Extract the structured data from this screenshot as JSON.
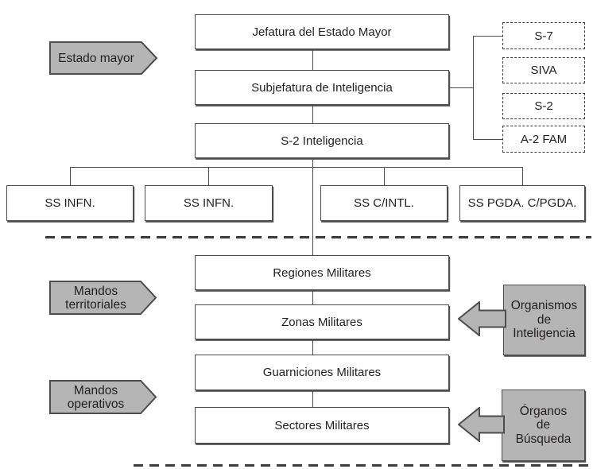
{
  "colors": {
    "box_border": "#4d4d4d",
    "gray_fill": "#b5b5b5",
    "dash_line": "#3c3c3c",
    "text": "#231f20"
  },
  "org": {
    "jefatura": "Jefatura del Estado Mayor",
    "subjefatura": "Subjefatura de Inteligencia",
    "s2": "S-2 Inteligencia",
    "regiones": "Regiones Militares",
    "zonas": "Zonas Militares",
    "guarniciones": "Guarniciones Militares",
    "sectores": "Sectores Militares"
  },
  "ss_row": [
    {
      "label": "SS INFN."
    },
    {
      "label": "SS INFN."
    },
    {
      "label": "SS C/INTL."
    },
    {
      "label": "SS PGDA. C/PGDA."
    }
  ],
  "dashed_units": [
    {
      "label": "S-7"
    },
    {
      "label": "SIVA"
    },
    {
      "label": "S-2"
    },
    {
      "label": "A-2 FAM"
    }
  ],
  "section_arrows": {
    "estado_mayor": {
      "line1": "Estado mayor"
    },
    "mandos_territoriales": {
      "line1": "Mandos",
      "line2": "territoriales"
    },
    "mandos_operativos": {
      "line1": "Mandos",
      "line2": "operativos"
    }
  },
  "callouts": {
    "organismos": {
      "line1": "Organismos",
      "line2": "de",
      "line3": "Inteligencia"
    },
    "organos": {
      "line1": "Órganos",
      "line2": "de",
      "line3": "Búsqueda"
    }
  }
}
